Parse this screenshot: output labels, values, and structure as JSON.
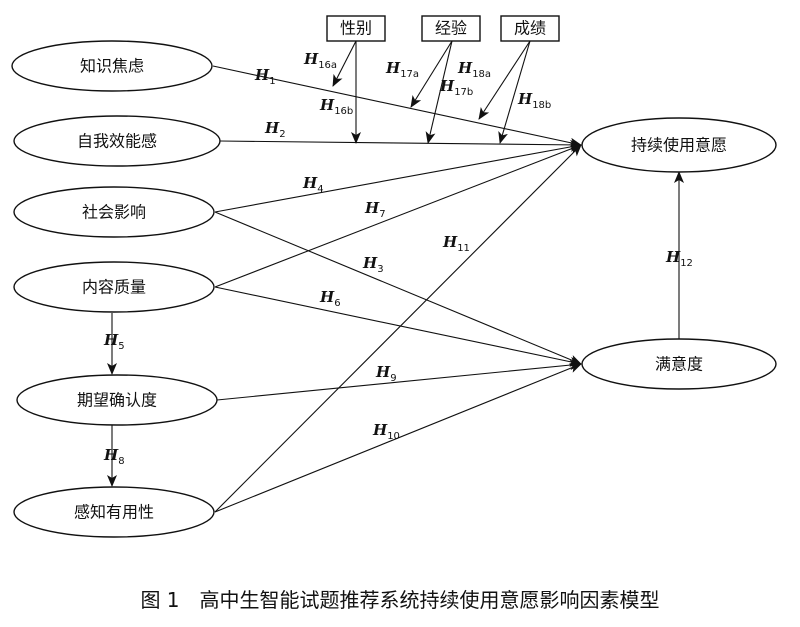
{
  "diagram": {
    "nodes": {
      "kn": "知识焦虑",
      "se": "自我效能感",
      "si": "社会影响",
      "cq": "内容质量",
      "ec": "期望确认度",
      "pu": "感知有用性",
      "ci": "持续使用意愿",
      "sa": "满意度",
      "gender": "性别",
      "exp": "经验",
      "perf": "成绩"
    },
    "hypotheses": {
      "H1": {
        "main": "H",
        "sub": "1"
      },
      "H2": {
        "main": "H",
        "sub": "2"
      },
      "H3": {
        "main": "H",
        "sub": "3"
      },
      "H4": {
        "main": "H",
        "sub": "4"
      },
      "H5": {
        "main": "H",
        "sub": "5"
      },
      "H6": {
        "main": "H",
        "sub": "6"
      },
      "H7": {
        "main": "H",
        "sub": "7"
      },
      "H8": {
        "main": "H",
        "sub": "8"
      },
      "H9": {
        "main": "H",
        "sub": "9"
      },
      "H10": {
        "main": "H",
        "sub": "10"
      },
      "H11": {
        "main": "H",
        "sub": "11"
      },
      "H12": {
        "main": "H",
        "sub": "12"
      },
      "H16a": {
        "main": "H",
        "sub": "16a"
      },
      "H16b": {
        "main": "H",
        "sub": "16b"
      },
      "H17a": {
        "main": "H",
        "sub": "17a"
      },
      "H17b": {
        "main": "H",
        "sub": "17b"
      },
      "H18a": {
        "main": "H",
        "sub": "18a"
      },
      "H18b": {
        "main": "H",
        "sub": "18b"
      }
    },
    "caption": "图 1　高中生智能试题推荐系统持续使用意愿影响因素模型"
  }
}
